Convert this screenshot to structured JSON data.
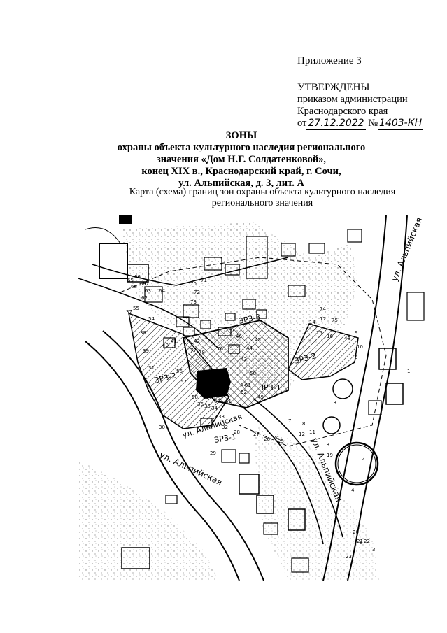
{
  "header": {
    "appendix": "Приложение 3",
    "approved": "УТВЕРЖДЕНЫ",
    "order_line1": "приказом администрации",
    "order_line2": "Краснодарского края",
    "date_prefix": "от",
    "date_value": "27.12.2022",
    "number_prefix": "№",
    "number_value": "1403-КН"
  },
  "title": {
    "line1": "ЗОНЫ",
    "line2": "охраны объекта культурного наследия регионального",
    "line3": "значения «Дом Н.Г. Солдатенковой»,",
    "line4": "конец XIX в., Краснодарский край, г. Сочи,",
    "line5": "ул. Альпийская, д. 3, лит. А"
  },
  "caption": {
    "line1": "Карта (схема) границ зон охраны объекта культурного наследия",
    "line2": "регионального значения"
  },
  "map": {
    "street_labels": [
      "ул. Альпийская",
      "ул. Альпийская",
      "ул. Альпийская",
      "ул. Альпийская"
    ],
    "zone_labels": [
      "ЗРЗ-1",
      "ЗРЗ-1",
      "ЗРЗ-2",
      "ЗРЗ-2",
      "ЗРЗ-3"
    ],
    "point_numbers": [
      "1",
      "2",
      "3",
      "4",
      "5",
      "6",
      "7",
      "8",
      "9",
      "10",
      "11",
      "12",
      "13",
      "14",
      "15",
      "16",
      "17",
      "18",
      "19",
      "20",
      "21",
      "22",
      "23",
      "24",
      "25",
      "26",
      "27",
      "28",
      "29",
      "30",
      "31",
      "32",
      "33",
      "34",
      "35",
      "36",
      "37",
      "38",
      "39",
      "40",
      "41",
      "42",
      "43",
      "44",
      "45",
      "46",
      "47",
      "48",
      "49",
      "50",
      "51",
      "52",
      "53",
      "54",
      "55",
      "56",
      "57",
      "58",
      "59",
      "60",
      "61",
      "62",
      "63",
      "64",
      "65",
      "66",
      "67",
      "68",
      "69",
      "70",
      "71",
      "72",
      "73",
      "74",
      "75",
      "76",
      "77",
      "78"
    ]
  }
}
